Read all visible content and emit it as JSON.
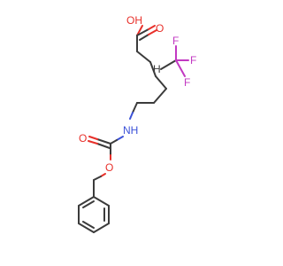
{
  "molecule": {
    "labels": {
      "oh": "OH",
      "carbonyl_o_acid": "O",
      "ch": "H",
      "f_top": "F",
      "f_right": "F",
      "f_bottom": "F",
      "nh": "NH",
      "carbonyl_o_carbamate": "O",
      "ester_o": "O"
    },
    "colors": {
      "carbon_bond": "#3b3b3b",
      "oxygen": "#e8302a",
      "nitrogen": "#3c52d8",
      "fluorine": "#c238c2"
    }
  }
}
